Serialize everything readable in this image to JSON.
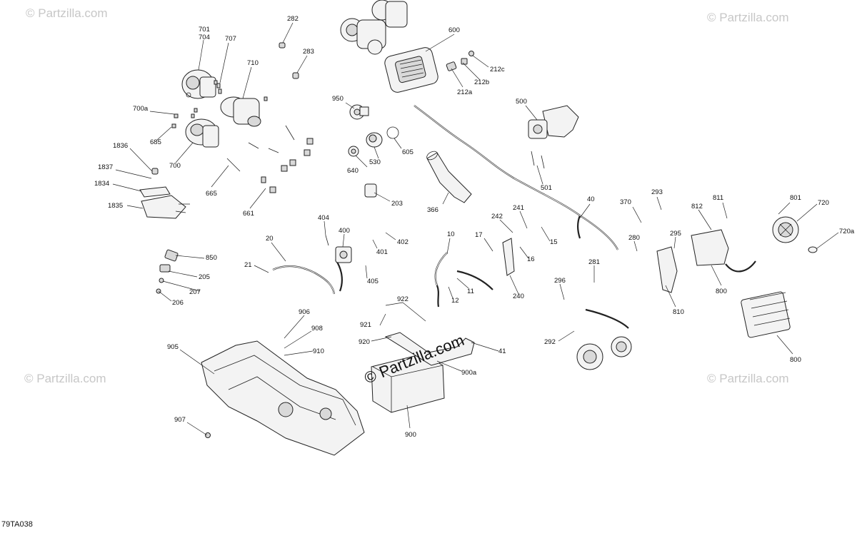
{
  "drawing_code": "79TA038",
  "watermark": "© Partzilla.com",
  "labels": [
    {
      "id": "lbl-282",
      "text": "282"
    },
    {
      "id": "lbl-283",
      "text": "283"
    },
    {
      "id": "lbl-701",
      "text": "701"
    },
    {
      "id": "lbl-704",
      "text": "704"
    },
    {
      "id": "lbl-707",
      "text": "707"
    },
    {
      "id": "lbl-710",
      "text": "710"
    },
    {
      "id": "lbl-700a",
      "text": "700a"
    },
    {
      "id": "lbl-685",
      "text": "685"
    },
    {
      "id": "lbl-700",
      "text": "700"
    },
    {
      "id": "lbl-1836",
      "text": "1836"
    },
    {
      "id": "lbl-1837",
      "text": "1837"
    },
    {
      "id": "lbl-1834",
      "text": "1834"
    },
    {
      "id": "lbl-1835",
      "text": "1835"
    },
    {
      "id": "lbl-665",
      "text": "665"
    },
    {
      "id": "lbl-661",
      "text": "661"
    },
    {
      "id": "lbl-600",
      "text": "600"
    },
    {
      "id": "lbl-212c",
      "text": "212c"
    },
    {
      "id": "lbl-212b",
      "text": "212b"
    },
    {
      "id": "lbl-212a",
      "text": "212a"
    },
    {
      "id": "lbl-950",
      "text": "950"
    },
    {
      "id": "lbl-605",
      "text": "605"
    },
    {
      "id": "lbl-530",
      "text": "530"
    },
    {
      "id": "lbl-640",
      "text": "640"
    },
    {
      "id": "lbl-500",
      "text": "500"
    },
    {
      "id": "lbl-501",
      "text": "501"
    },
    {
      "id": "lbl-203",
      "text": "203"
    },
    {
      "id": "lbl-366",
      "text": "366"
    },
    {
      "id": "lbl-40",
      "text": "40"
    },
    {
      "id": "lbl-370",
      "text": "370"
    },
    {
      "id": "lbl-293",
      "text": "293"
    },
    {
      "id": "lbl-811",
      "text": "811"
    },
    {
      "id": "lbl-801",
      "text": "801"
    },
    {
      "id": "lbl-812",
      "text": "812"
    },
    {
      "id": "lbl-720",
      "text": "720"
    },
    {
      "id": "lbl-720a",
      "text": "720a"
    },
    {
      "id": "lbl-280",
      "text": "280"
    },
    {
      "id": "lbl-295",
      "text": "295"
    },
    {
      "id": "lbl-404",
      "text": "404"
    },
    {
      "id": "lbl-400",
      "text": "400"
    },
    {
      "id": "lbl-20",
      "text": "20"
    },
    {
      "id": "lbl-402",
      "text": "402"
    },
    {
      "id": "lbl-401",
      "text": "401"
    },
    {
      "id": "lbl-405",
      "text": "405"
    },
    {
      "id": "lbl-21",
      "text": "21"
    },
    {
      "id": "lbl-850",
      "text": "850"
    },
    {
      "id": "lbl-205",
      "text": "205"
    },
    {
      "id": "lbl-207",
      "text": "207"
    },
    {
      "id": "lbl-206",
      "text": "206"
    },
    {
      "id": "lbl-10",
      "text": "10"
    },
    {
      "id": "lbl-17",
      "text": "17"
    },
    {
      "id": "lbl-242",
      "text": "242"
    },
    {
      "id": "lbl-241",
      "text": "241"
    },
    {
      "id": "lbl-15",
      "text": "15"
    },
    {
      "id": "lbl-16",
      "text": "16"
    },
    {
      "id": "lbl-11",
      "text": "11"
    },
    {
      "id": "lbl-12",
      "text": "12"
    },
    {
      "id": "lbl-240",
      "text": "240"
    },
    {
      "id": "lbl-281",
      "text": "281"
    },
    {
      "id": "lbl-296",
      "text": "296"
    },
    {
      "id": "lbl-810",
      "text": "810"
    },
    {
      "id": "lbl-800",
      "text": "800"
    },
    {
      "id": "lbl-800b",
      "text": "800"
    },
    {
      "id": "lbl-292",
      "text": "292"
    },
    {
      "id": "lbl-906",
      "text": "906"
    },
    {
      "id": "lbl-908",
      "text": "908"
    },
    {
      "id": "lbl-910",
      "text": "910"
    },
    {
      "id": "lbl-905",
      "text": "905"
    },
    {
      "id": "lbl-907",
      "text": "907"
    },
    {
      "id": "lbl-922",
      "text": "922"
    },
    {
      "id": "lbl-921",
      "text": "921"
    },
    {
      "id": "lbl-920",
      "text": "920"
    },
    {
      "id": "lbl-41",
      "text": "41"
    },
    {
      "id": "lbl-900a",
      "text": "900a"
    },
    {
      "id": "lbl-900",
      "text": "900"
    }
  ]
}
